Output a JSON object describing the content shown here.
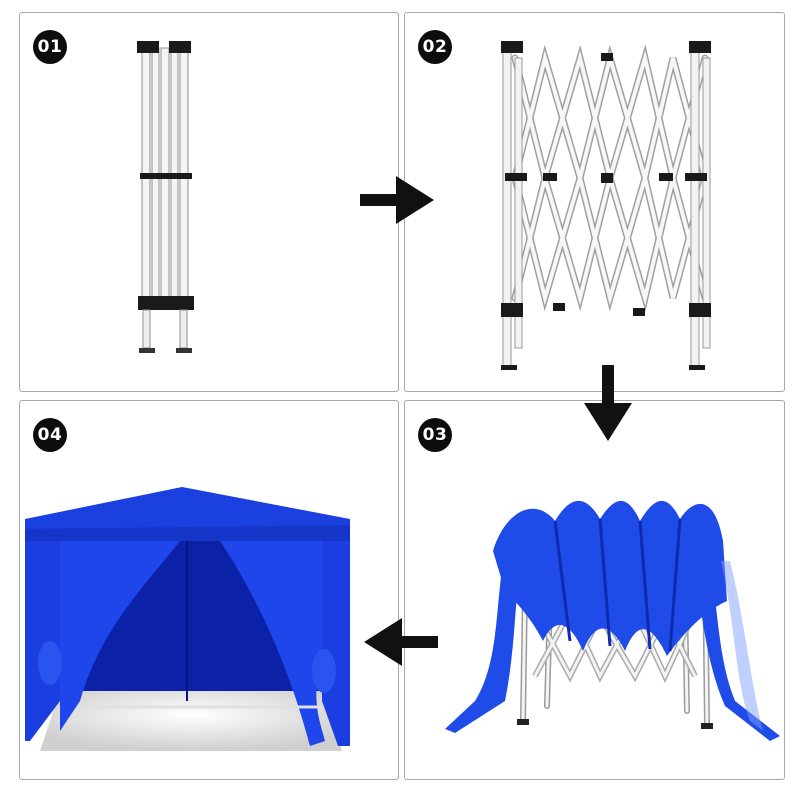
{
  "steps": [
    {
      "id": "01",
      "label": "01",
      "description_shown": "folded frame"
    },
    {
      "id": "02",
      "label": "02"
    },
    {
      "id": "03",
      "label": "03"
    },
    {
      "id": "04",
      "label": "04"
    }
  ],
  "arrows": {
    "a1": "right-arrow",
    "a2": "down-arrow",
    "a3": "left-arrow"
  },
  "colors": {
    "canopy": "#1a3fe0",
    "canopy_dark": "#0b2aa8",
    "frame": "#f2f2f2",
    "frame_edge": "#9a9a9a",
    "joint": "#1a1a1a",
    "border": "#a8a8a8"
  }
}
